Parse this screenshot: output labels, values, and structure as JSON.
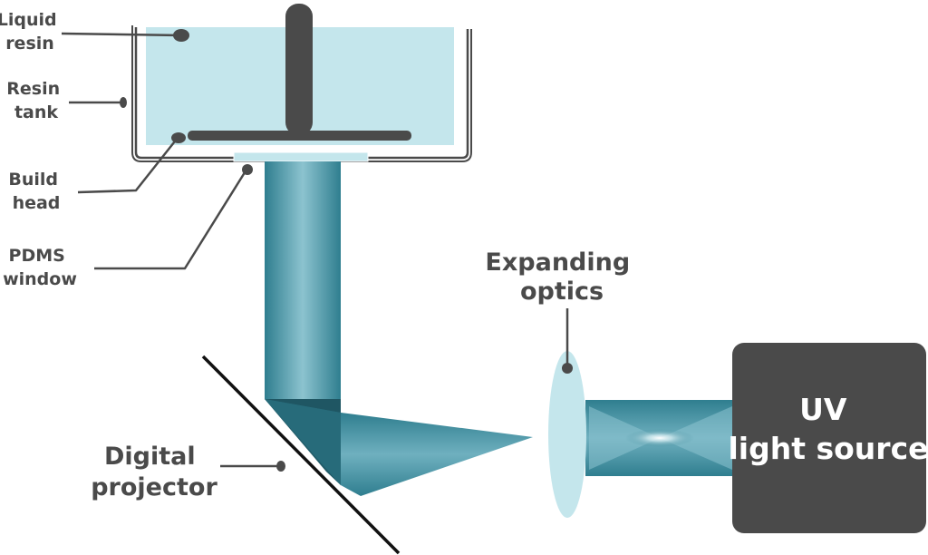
{
  "labels": {
    "liquid_resin": [
      "Liquid",
      "resin"
    ],
    "resin_tank": [
      "Resin",
      "tank"
    ],
    "build_head": [
      "Build",
      "head"
    ],
    "pdms_window": [
      "PDMS",
      "window"
    ],
    "digital_projector": [
      "Digital",
      "projector"
    ],
    "expanding_optics": [
      "Expanding",
      "optics"
    ],
    "uv_light_source": [
      "UV",
      "light source"
    ]
  },
  "colors": {
    "resin": "#c4e6ec",
    "beam": "#2f7e8f",
    "beam_dark": "#1f5663",
    "dark_gray": "#4a4a4a",
    "lens": "#c4e6ec",
    "mirror": "#111111"
  }
}
